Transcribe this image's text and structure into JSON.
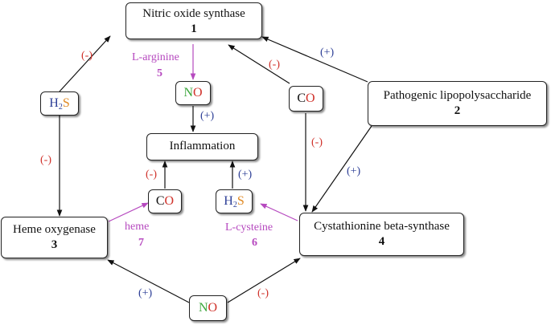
{
  "nodes": {
    "nos": {
      "name": "Nitric oxide synthase",
      "number": "1"
    },
    "lps": {
      "name": "Pathogenic lipopolysaccharide",
      "number": "2"
    },
    "ho": {
      "name": "Heme oxygenase",
      "number": "3"
    },
    "cbs": {
      "name": "Cystathionine beta-synthase",
      "number": "4"
    },
    "inflammation": {
      "name": "Inflammation"
    }
  },
  "molecules": {
    "h2s_left": {
      "h": "H",
      "sub": "2",
      "s": "S"
    },
    "h2s_center": {
      "h": "H",
      "sub": "2",
      "s": "S"
    },
    "co_right": {
      "c": "C",
      "o": "O"
    },
    "co_center": {
      "c": "C",
      "o": "O"
    },
    "no_top": {
      "n": "N",
      "o": "O"
    },
    "no_bottom": {
      "n": "N",
      "o": "O"
    }
  },
  "substrates": {
    "l_arginine": {
      "name": "L-arginine",
      "number": "5"
    },
    "l_cysteine": {
      "name": "L-cysteine",
      "number": "6"
    },
    "heme": {
      "name": "heme",
      "number": "7"
    }
  },
  "effects": {
    "h2s_to_nos": "(-)",
    "h2s_to_ho": "(-)",
    "co_to_nos": "(-)",
    "lps_to_nos": "(+)",
    "no_to_inflammation": "(+)",
    "co_to_cbs": "(-)",
    "lps_to_cbs": "(+)",
    "co_to_inflammation": "(-)",
    "h2s_to_inflammation": "(+)",
    "no_to_ho": "(+)",
    "no_to_cbs": "(-)"
  },
  "colors": {
    "negative": "#d0322b",
    "positive": "#2c3e96",
    "substrate": "#b649bf",
    "nitrogen": "#3aa63a",
    "oxygen": "#d0322b",
    "hydrogen": "#2c3e96",
    "sulfur": "#e08a25"
  }
}
